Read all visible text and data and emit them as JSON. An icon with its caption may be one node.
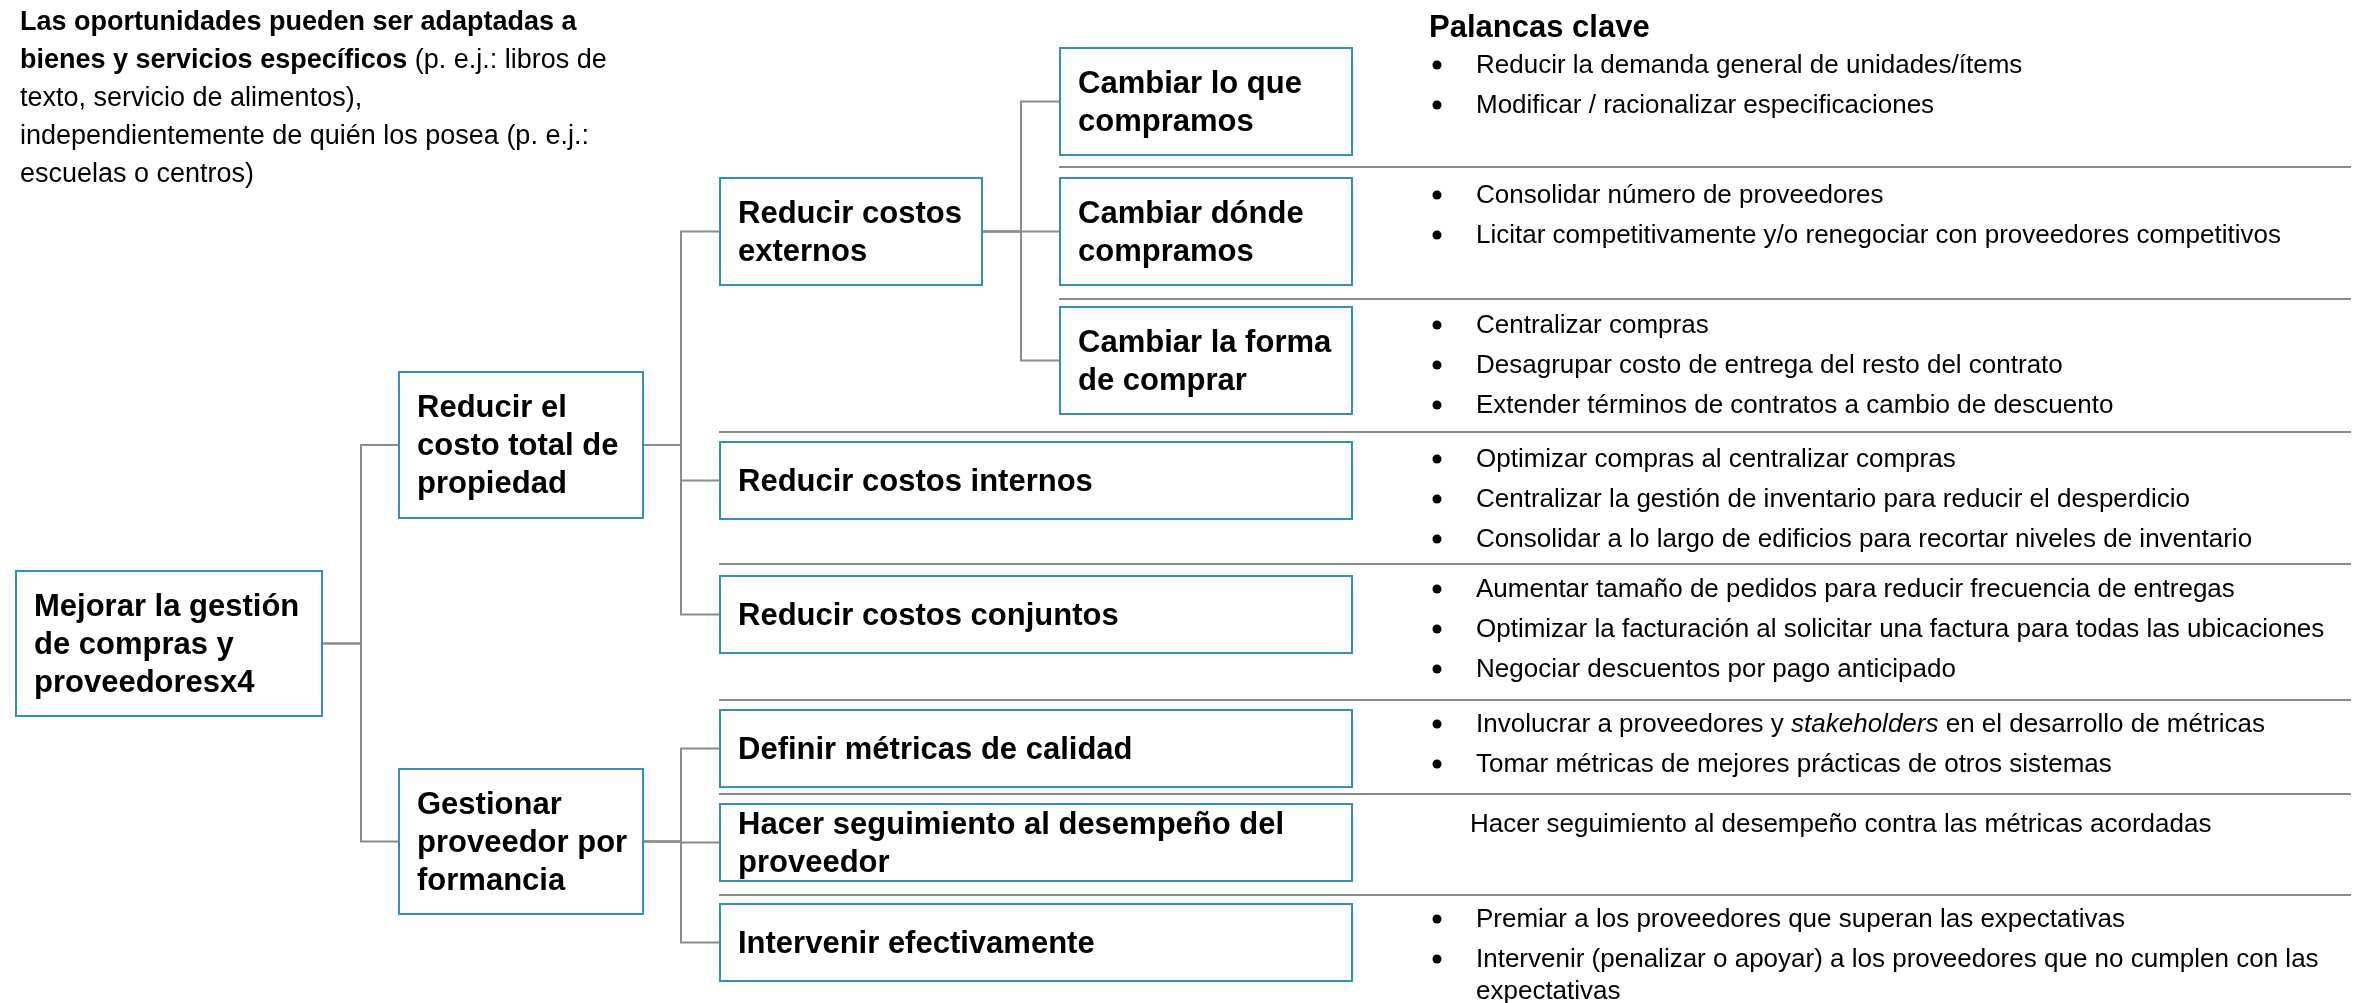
{
  "diagram": {
    "nodes": [
      {
        "text": [
          "Mejorar la gestión de compras y proveedoresx4"
        ]
      },
      {
        "text": [
          "Reducir el costo total de propiedad"
        ]
      },
      {
        "text": [
          "Gestionar proveedor por formancia"
        ]
      },
      {
        "text": [
          "Reducir costos externos"
        ]
      },
      {
        "text": [
          "Cambiar lo que compramos"
        ],
        "beside": [
          "Reducir la demanda general de unidades/ítems",
          "Modificar / racionalizar especificaciones"
        ]
      },
      {
        "text": [
          "Cambiar dónde compramos"
        ],
        "beside": [
          "Consolidar número de proveedores",
          "Licitar competitivamente y/o renegociar con proveedores competitivos"
        ]
      },
      {
        "text": [
          "Cambiar la forma de comprar"
        ],
        "beside": [
          "Centralizar compras",
          "Desagrupar costo de entrega del resto del contrato",
          "Extender términos de contratos a cambio de descuento"
        ]
      },
      {
        "text": [
          "Reducir costos internos"
        ],
        "beside": [
          "Optimizar compras al centralizar compras",
          "Centralizar la gestión de inventario para reducir el desperdicio",
          "Consolidar a lo largo de edificios para recortar niveles de inventario"
        ]
      },
      {
        "text": [
          "Reducir costos conjuntos"
        ],
        "beside": [
          "Aumentar tamaño de pedidos para reducir frecuencia de entregas",
          "Optimizar la facturación al solicitar una factura para todas las ubicaciones",
          "Negociar descuentos por pago anticipado"
        ]
      },
      {
        "text": [
          "Definir métricas de calidad"
        ],
        "beside": [
          "Involucrar a proveedores y *stakeholders* en el desarrollo de métricas",
          "Tomar métricas de mejores prácticas de otros sistemas"
        ]
      },
      {
        "text": [
          "Hacer seguimiento al desempeño del proveedor"
        ]
      },
      {
        "text": [
          "Intervenir efectivamente"
        ],
        "beside": [
          "Premiar a los proveedores que superan las expectativas",
          "Intervenir (penalizar o apoyar) a los proveedores que no cumplen con las expectativas"
        ]
      }
    ],
    "edges": [
      {
        "from": 0,
        "to": 1,
        "arrow": "none"
      },
      {
        "from": 0,
        "to": 2,
        "arrow": "none"
      },
      {
        "from": 1,
        "to": 3,
        "arrow": "none"
      },
      {
        "from": 1,
        "to": 7,
        "arrow": "none"
      },
      {
        "from": 1,
        "to": 8,
        "arrow": "none"
      },
      {
        "from": 3,
        "to": 4,
        "arrow": "none"
      },
      {
        "from": 3,
        "to": 5,
        "arrow": "none"
      },
      {
        "from": 3,
        "to": 6,
        "arrow": "none"
      },
      {
        "from": 2,
        "to": 9,
        "arrow": "none"
      },
      {
        "from": 2,
        "to": 10,
        "arrow": "none"
      },
      {
        "from": 2,
        "to": 11,
        "arrow": "none"
      }
    ],
    "labels": [
      "**Las oportunidades pueden ser adaptadas a bienes y servicios específicos** (p. e.j.: libros de texto, servicio de alimentos), independientemente de quién los posea (p. e.j.: escuelas o centros)",
      "Palancas clave",
      "Hacer seguimiento al desempeño contra las métricas acordadas"
    ]
  }
}
